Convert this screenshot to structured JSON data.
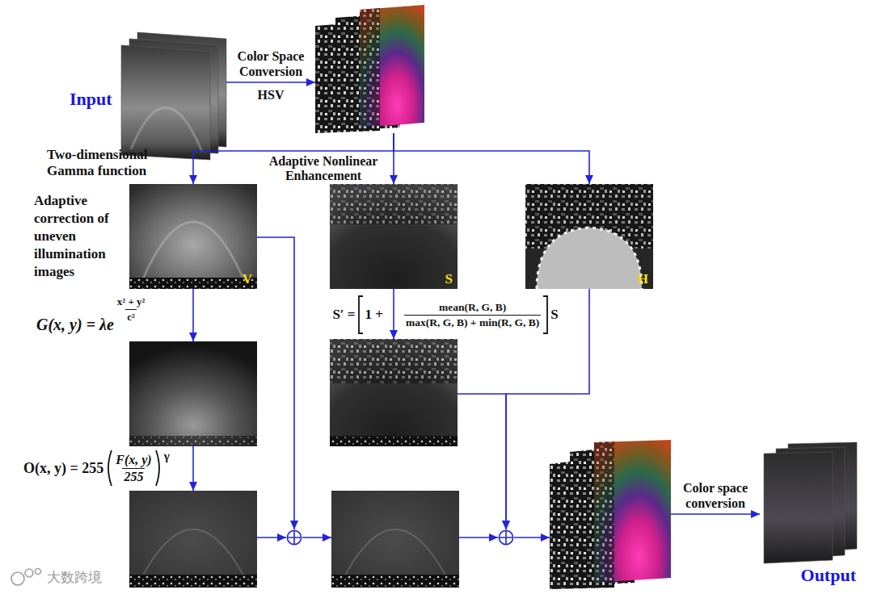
{
  "diagram": {
    "nodes": [
      {
        "text": [
          "Input"
        ]
      },
      {
        "text": []
      },
      {
        "text": [
          "V"
        ]
      },
      {
        "text": [
          "S"
        ]
      },
      {
        "text": [
          "H"
        ]
      },
      {
        "text": []
      },
      {
        "text": []
      },
      {
        "text": []
      },
      {
        "text": []
      },
      {
        "text": []
      },
      {
        "text": []
      },
      {
        "text": []
      },
      {
        "text": [
          "Output"
        ]
      }
    ],
    "edges": [
      {
        "from": 0,
        "to": 1,
        "arrow": "to",
        "label": "Color Space Conversion"
      },
      {
        "from": 1,
        "to": 2,
        "arrow": "to"
      },
      {
        "from": 1,
        "to": 3,
        "arrow": "to"
      },
      {
        "from": 1,
        "to": 4,
        "arrow": "to"
      },
      {
        "from": 2,
        "to": 5,
        "arrow": "to"
      },
      {
        "from": 5,
        "to": 7,
        "arrow": "to"
      },
      {
        "from": 3,
        "to": 6,
        "arrow": "to"
      },
      {
        "from": 7,
        "to": 8,
        "arrow": "to"
      },
      {
        "from": 2,
        "to": 8,
        "arrow": "to"
      },
      {
        "from": 8,
        "to": 9,
        "arrow": "to"
      },
      {
        "from": 9,
        "to": 10,
        "arrow": "to"
      },
      {
        "from": 6,
        "to": 10,
        "arrow": "to"
      },
      {
        "from": 4,
        "to": 10,
        "arrow": "to"
      },
      {
        "from": 10,
        "to": 11,
        "arrow": "to"
      },
      {
        "from": 11,
        "to": 12,
        "arrow": "to",
        "label": "Color space conversion"
      }
    ],
    "labels": [
      "Two-dimensional Gamma function",
      "HSV",
      "Adaptive Nonlinear Enhancement",
      "Adaptive correction of uneven illumination images",
      "G(x, y) = λe",
      "x² + y²",
      "c²",
      "S′ =",
      "1 +",
      "mean(R, G, B)",
      "max(R, G, B) + min(R, G, B)",
      "S",
      "O(x, y) = 255",
      "F(x, y)",
      "255",
      "γ",
      "大数跨境"
    ]
  }
}
